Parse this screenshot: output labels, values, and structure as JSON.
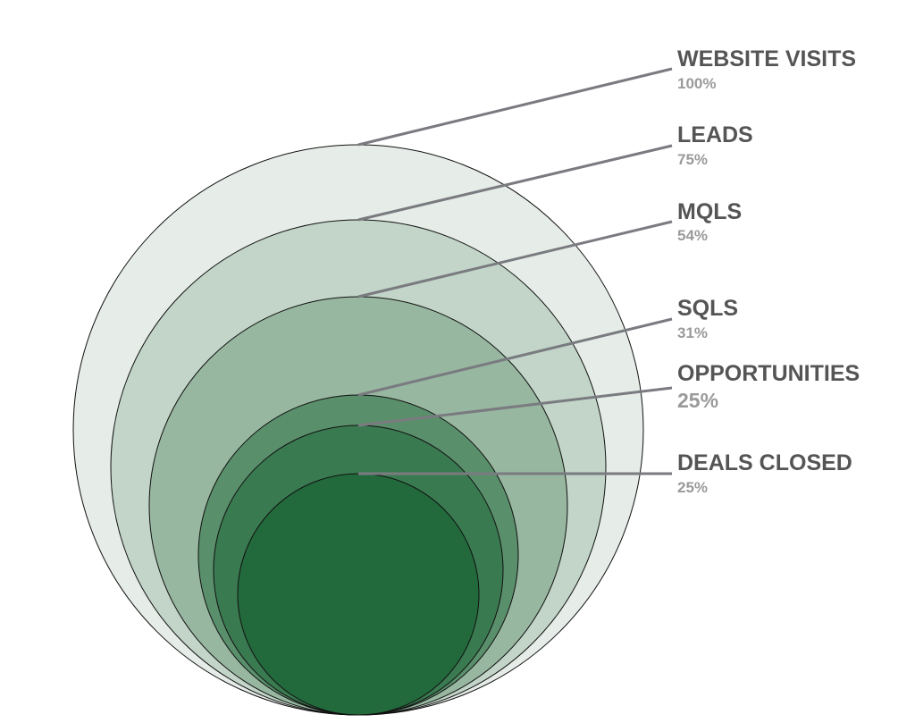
{
  "stages": [
    {
      "id": "website-visits",
      "label": "WEBSITE VISITS",
      "percent": "100%",
      "color": "#e6ede8"
    },
    {
      "id": "leads",
      "label": "LEADS",
      "percent": "75%",
      "color": "#c2d5c8"
    },
    {
      "id": "mqls",
      "label": "MQLS",
      "percent": "54%",
      "color": "#98b7a0"
    },
    {
      "id": "sqls",
      "label": "SQLS",
      "percent": "31%",
      "color": "#5a8f6c"
    },
    {
      "id": "opportunities",
      "label": "OPPORTUNITIES",
      "percent": "25%",
      "color": "#3a7a50"
    },
    {
      "id": "deals-closed",
      "label": "DEALS CLOSED",
      "percent": "25%",
      "color": "#226a3c"
    }
  ]
}
